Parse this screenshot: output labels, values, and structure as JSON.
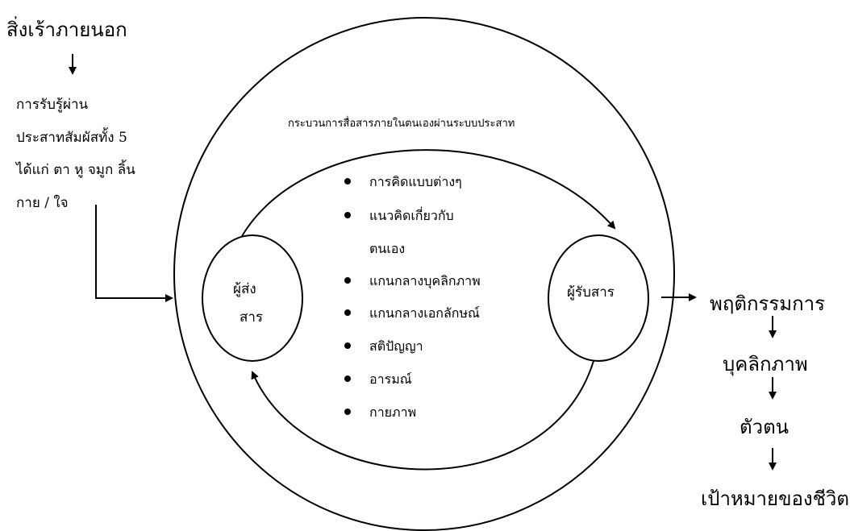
{
  "external_stimulus": "สิ่งเร้าภายนอก",
  "perception": {
    "line1": "การรับรู้ผ่าน",
    "line2": "ประสาทสัมผัสทั้ง 5",
    "line3": "ได้แก่ ตา หู จมูก ลิ้น",
    "line4": "กาย / ใจ"
  },
  "process_title": "กระบวนการสื่อสารภายในตนเองผ่านระบบประสาท",
  "sender": {
    "line1": "ผู้ส่ง",
    "line2": "สาร"
  },
  "receiver": "ผู้รับสาร",
  "inner_items": [
    "การคิดแบบต่างๆ",
    "แนวคิดเกี่ยวกับ",
    "ตนเอง",
    "แกนกลางบุคลิกภาพ",
    "แกนกลางเอกลักษณ์",
    "สติปัญญา",
    "อารมณ์",
    "กายภาพ"
  ],
  "outcomes": {
    "behavior": "พฤติกรรมการ",
    "personality": "บุคลิกภาพ",
    "self": "ตัวตน",
    "life_goal": "เป้าหมายของชีวิต"
  }
}
